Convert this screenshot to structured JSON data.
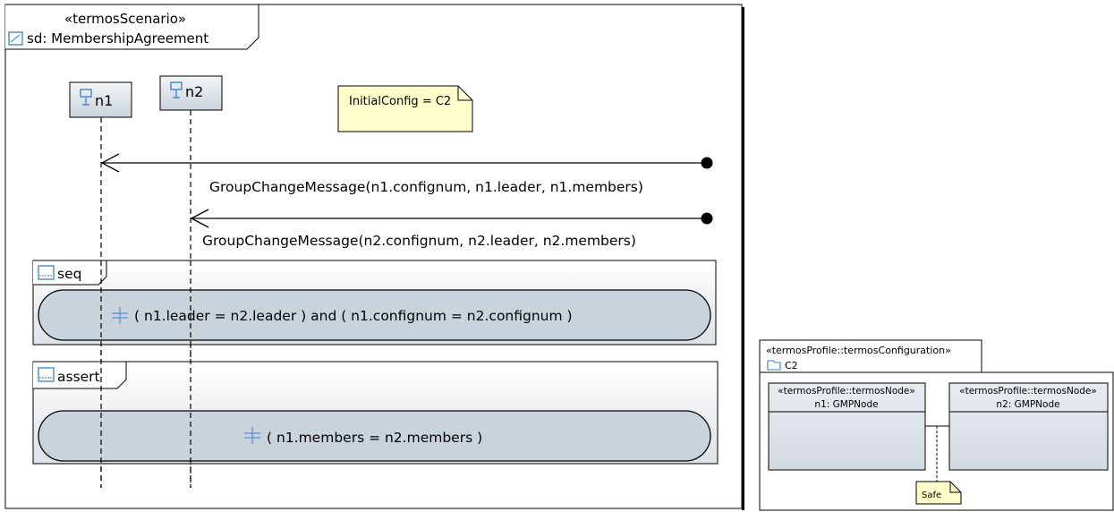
{
  "sequence_diagram": {
    "stereotype": "«termosScenario»",
    "name": "sd: MembershipAgreement",
    "lifelines": [
      {
        "label": "n1"
      },
      {
        "label": "n2"
      }
    ],
    "note": "InitialConfig = C2",
    "messages": [
      {
        "label": "GroupChangeMessage(n1.confignum, n1.leader, n1.members)",
        "target": "n1"
      },
      {
        "label": "GroupChangeMessage(n2.confignum, n2.leader, n2.members)",
        "target": "n2"
      }
    ],
    "fragments": [
      {
        "operator": "seq",
        "constraint": "( n1.leader = n2.leader ) and ( n1.confignum = n2.confignum )"
      },
      {
        "operator": "assert",
        "constraint": "( n1.members = n2.members )"
      }
    ]
  },
  "configuration": {
    "stereotype": "«termosProfile::termosConfiguration»",
    "name": "C2",
    "nodes": [
      {
        "stereotype": "«termosProfile::termosNode»",
        "name": "n1: GMPNode"
      },
      {
        "stereotype": "«termosProfile::termosNode»",
        "name": "n2: GMPNode"
      }
    ],
    "connector_note": "Safe"
  },
  "colors": {
    "lifeline_head": "#dde3ea",
    "note_fill": "#ffffcc",
    "state_invariant_fill": "#c9d3dc",
    "icon_blue": "#3b7fc4"
  }
}
